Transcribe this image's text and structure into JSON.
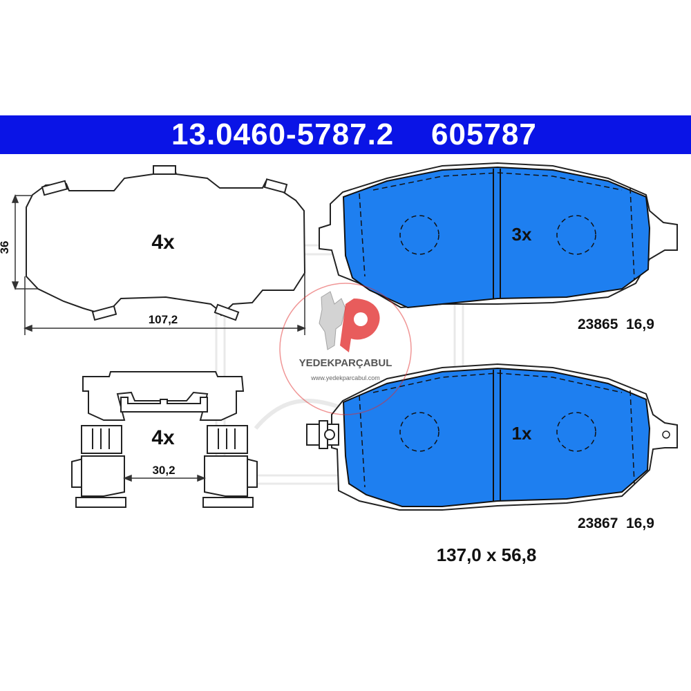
{
  "header": {
    "part_number": "13.0460-5787.2",
    "ref_number": "605787",
    "bg_color": "#0a14e6"
  },
  "shim": {
    "quantity": "4x",
    "height_dim": "36",
    "width_dim": "107,2"
  },
  "clip": {
    "quantity": "4x",
    "width_dim": "30,2"
  },
  "pads": [
    {
      "quantity": "3x",
      "code": "23865",
      "thickness": "16,9"
    },
    {
      "quantity": "1x",
      "code": "23867",
      "thickness": "16,9"
    }
  ],
  "pad_dimensions": "137,0 x 56,8",
  "pad_color": "#1e7ff0",
  "watermark": {
    "brand": "YEDEKPARÇABUL",
    "url": "www.yedekparcabul.com"
  }
}
